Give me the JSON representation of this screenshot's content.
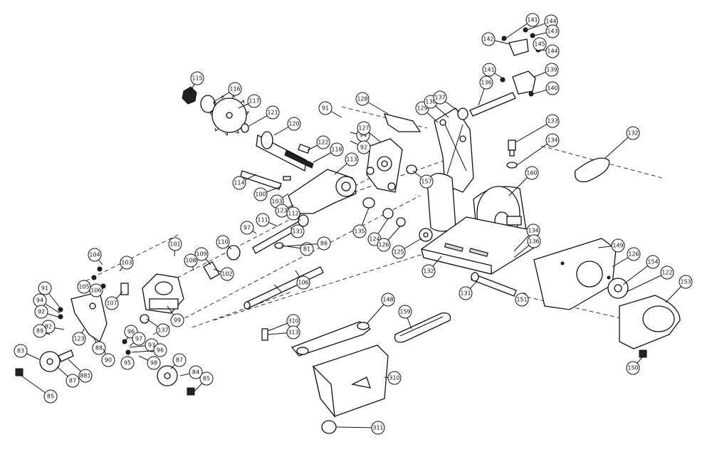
{
  "callouts": [
    {
      "id": "c115",
      "label": "115"
    },
    {
      "id": "c116",
      "label": "116"
    },
    {
      "id": "c117",
      "label": "117"
    },
    {
      "id": "c121",
      "label": "121"
    },
    {
      "id": "c120",
      "label": "120"
    },
    {
      "id": "c122",
      "label": "122"
    },
    {
      "id": "c118",
      "label": "118"
    },
    {
      "id": "c113",
      "label": "113"
    },
    {
      "id": "c114",
      "label": "114"
    },
    {
      "id": "c100",
      "label": "100"
    },
    {
      "id": "c103",
      "label": "103"
    },
    {
      "id": "c123",
      "label": "123"
    },
    {
      "id": "c97",
      "label": "97"
    },
    {
      "id": "c111",
      "label": "111"
    },
    {
      "id": "c112",
      "label": "112"
    },
    {
      "id": "c131a",
      "label": "131"
    },
    {
      "id": "c81",
      "label": "81"
    },
    {
      "id": "c86",
      "label": "86"
    },
    {
      "id": "c110",
      "label": "110"
    },
    {
      "id": "c101",
      "label": "101"
    },
    {
      "id": "c102",
      "label": "102"
    },
    {
      "id": "c109",
      "label": "109"
    },
    {
      "id": "c108",
      "label": "108"
    },
    {
      "id": "c104",
      "label": "104"
    },
    {
      "id": "c103b",
      "label": "103"
    },
    {
      "id": "c105",
      "label": "105"
    },
    {
      "id": "c106",
      "label": "106"
    },
    {
      "id": "c107",
      "label": "107"
    },
    {
      "id": "c99",
      "label": "99"
    },
    {
      "id": "c137b",
      "label": "137"
    },
    {
      "id": "c91b",
      "label": "91"
    },
    {
      "id": "c94b",
      "label": "94"
    },
    {
      "id": "c92b",
      "label": "92"
    },
    {
      "id": "c82",
      "label": "82"
    },
    {
      "id": "c89",
      "label": "89"
    },
    {
      "id": "c123b",
      "label": "123"
    },
    {
      "id": "c88",
      "label": "88"
    },
    {
      "id": "c90",
      "label": "90"
    },
    {
      "id": "c96",
      "label": "96"
    },
    {
      "id": "c97b",
      "label": "97"
    },
    {
      "id": "c93",
      "label": "93"
    },
    {
      "id": "c96b",
      "label": "96"
    },
    {
      "id": "c98",
      "label": "98"
    },
    {
      "id": "c95",
      "label": "95"
    },
    {
      "id": "c87",
      "label": "87"
    },
    {
      "id": "c84",
      "label": "84"
    },
    {
      "id": "c85",
      "label": "85"
    },
    {
      "id": "c83",
      "label": "83"
    },
    {
      "id": "c87b",
      "label": "87"
    },
    {
      "id": "c881",
      "label": "881"
    },
    {
      "id": "c85b",
      "label": "85"
    },
    {
      "id": "c106b",
      "label": "106"
    },
    {
      "id": "c310",
      "label": "310"
    },
    {
      "id": "c313",
      "label": "313"
    },
    {
      "id": "c91",
      "label": "91"
    },
    {
      "id": "c94",
      "label": "94"
    },
    {
      "id": "c92",
      "label": "92"
    },
    {
      "id": "c128",
      "label": "128"
    },
    {
      "id": "c127",
      "label": "127"
    },
    {
      "id": "c135",
      "label": "135"
    },
    {
      "id": "c124",
      "label": "124"
    },
    {
      "id": "c126",
      "label": "126"
    },
    {
      "id": "c125",
      "label": "125"
    },
    {
      "id": "c129",
      "label": "129"
    },
    {
      "id": "c130",
      "label": "130"
    },
    {
      "id": "c137",
      "label": "137"
    },
    {
      "id": "c136",
      "label": "136"
    },
    {
      "id": "c141",
      "label": "141"
    },
    {
      "id": "c142",
      "label": "142"
    },
    {
      "id": "c144",
      "label": "144"
    },
    {
      "id": "c143",
      "label": "143"
    },
    {
      "id": "c145",
      "label": "145"
    },
    {
      "id": "c144b",
      "label": "144"
    },
    {
      "id": "c141b",
      "label": "141"
    },
    {
      "id": "c139",
      "label": "139"
    },
    {
      "id": "c140",
      "label": "140"
    },
    {
      "id": "c133",
      "label": "133"
    },
    {
      "id": "c134",
      "label": "134"
    },
    {
      "id": "c132",
      "label": "132"
    },
    {
      "id": "c157",
      "label": "157"
    },
    {
      "id": "c160",
      "label": "160"
    },
    {
      "id": "c134b",
      "label": "134"
    },
    {
      "id": "c136b",
      "label": "136"
    },
    {
      "id": "c132b",
      "label": "132"
    },
    {
      "id": "c131",
      "label": "131"
    },
    {
      "id": "c151",
      "label": "151"
    },
    {
      "id": "c149",
      "label": "149"
    },
    {
      "id": "c126b",
      "label": "126"
    },
    {
      "id": "c154",
      "label": "154"
    },
    {
      "id": "c122b",
      "label": "122"
    },
    {
      "id": "c153",
      "label": "153"
    },
    {
      "id": "c150",
      "label": "150"
    },
    {
      "id": "c148",
      "label": "148"
    },
    {
      "id": "c159",
      "label": "159"
    },
    {
      "id": "c310b",
      "label": "310"
    },
    {
      "id": "c311",
      "label": "311"
    }
  ]
}
